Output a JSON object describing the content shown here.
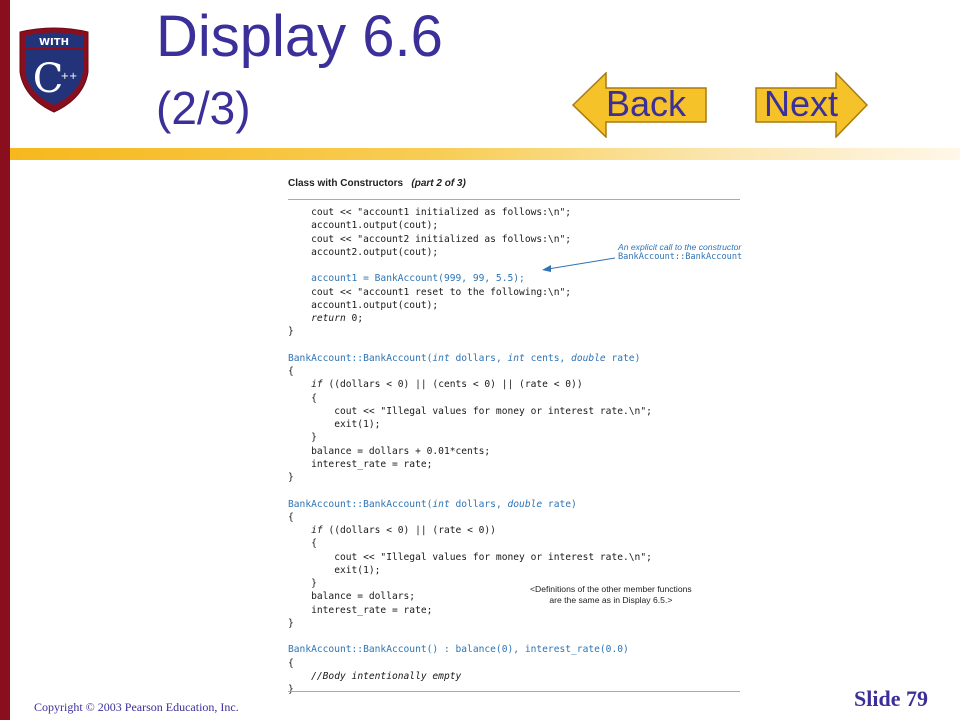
{
  "slide": {
    "title_line1": "Display 6.6",
    "title_line2": "(2/3)",
    "back_label": "Back",
    "next_label": "Next",
    "copyright": "Copyright © 2003 Pearson Education, Inc.",
    "slide_number": "Slide 79",
    "logo": {
      "top_text": "WITH",
      "letter": "C",
      "suffix": "++"
    }
  },
  "display": {
    "heading": "Class with Constructors",
    "heading_part": "(part 2 of 3)",
    "code_lines": [
      "    cout << \"account1 initialized as follows:\\n\";",
      "    account1.output(cout);",
      "    cout << \"account2 initialized as follows:\\n\";",
      "    account2.output(cout);",
      "",
      "    account1 = BankAccount(999, 99, 5.5);",
      "    cout << \"account1 reset to the following:\\n\";",
      "    account1.output(cout);",
      "    return 0;",
      "}",
      "",
      "BankAccount::BankAccount(int dollars, int cents, double rate)",
      "{",
      "    if ((dollars < 0) || (cents < 0) || (rate < 0))",
      "    {",
      "        cout << \"Illegal values for money or interest rate.\\n\";",
      "        exit(1);",
      "    }",
      "    balance = dollars + 0.01*cents;",
      "    interest_rate = rate;",
      "}",
      "",
      "BankAccount::BankAccount(int dollars, double rate)",
      "{",
      "    if ((dollars < 0) || (rate < 0))",
      "    {",
      "        cout << \"Illegal values for money or interest rate.\\n\";",
      "        exit(1);",
      "    }",
      "    balance = dollars;",
      "    interest_rate = rate;",
      "}",
      "",
      "BankAccount::BankAccount() : balance(0), interest_rate(0.0)",
      "{",
      "    //Body intentionally empty",
      "}"
    ],
    "annotation_constructor": [
      "An explicit call to the constructor",
      "BankAccount::BankAccount"
    ],
    "annotation_definitions": [
      "<Definitions of the other member functions",
      "are the same as in Display 6.5.>"
    ]
  },
  "colors": {
    "title": "#3b2f9a",
    "left_bar": "#8a0f1e",
    "button_fill": "#f5c229",
    "highlight_code": "#2e74b5"
  }
}
